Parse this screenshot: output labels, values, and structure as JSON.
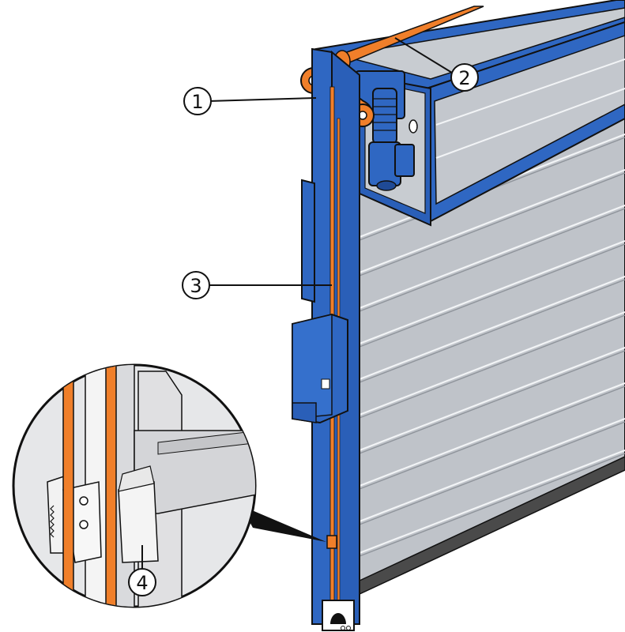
{
  "callouts": [
    {
      "id": "1",
      "label": "1"
    },
    {
      "id": "2",
      "label": "2"
    },
    {
      "id": "3",
      "label": "3"
    },
    {
      "id": "4",
      "label": "4"
    }
  ],
  "colors": {
    "frame_blue": "#2f67c2",
    "frame_blue_dark": "#1f4a96",
    "belt_orange": "#f07f2a",
    "slat_gray": "#b8bcc2",
    "slat_light": "#d3d6db",
    "outline": "#111111",
    "bottom_rubber": "#4a4a4a"
  }
}
